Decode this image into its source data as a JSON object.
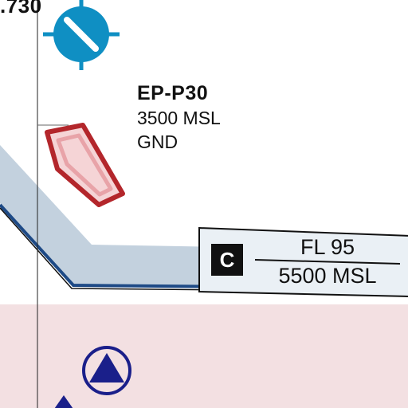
{
  "map": {
    "coordinate_label": ".730",
    "restricted_area": {
      "id": "EP-P30",
      "upper_limit": "3500 MSL",
      "lower_limit": "GND"
    },
    "airspace_box": {
      "class": "C",
      "ceiling": "FL 95",
      "floor": "5500 MSL"
    },
    "symbols": [
      "navaid-compass-icon",
      "vor-triangle-icon"
    ],
    "colors": {
      "airway": "#c3d1de",
      "airway_border": "#1e4a86",
      "restricted_fill": "#f5d4d6",
      "restricted_border": "#b3262b",
      "zone_fill": "#f3e0e2",
      "navaid_blue": "#0f8fc3",
      "vor_navy": "#1a1f8a",
      "label_box_fill": "#eaf0f5"
    }
  }
}
